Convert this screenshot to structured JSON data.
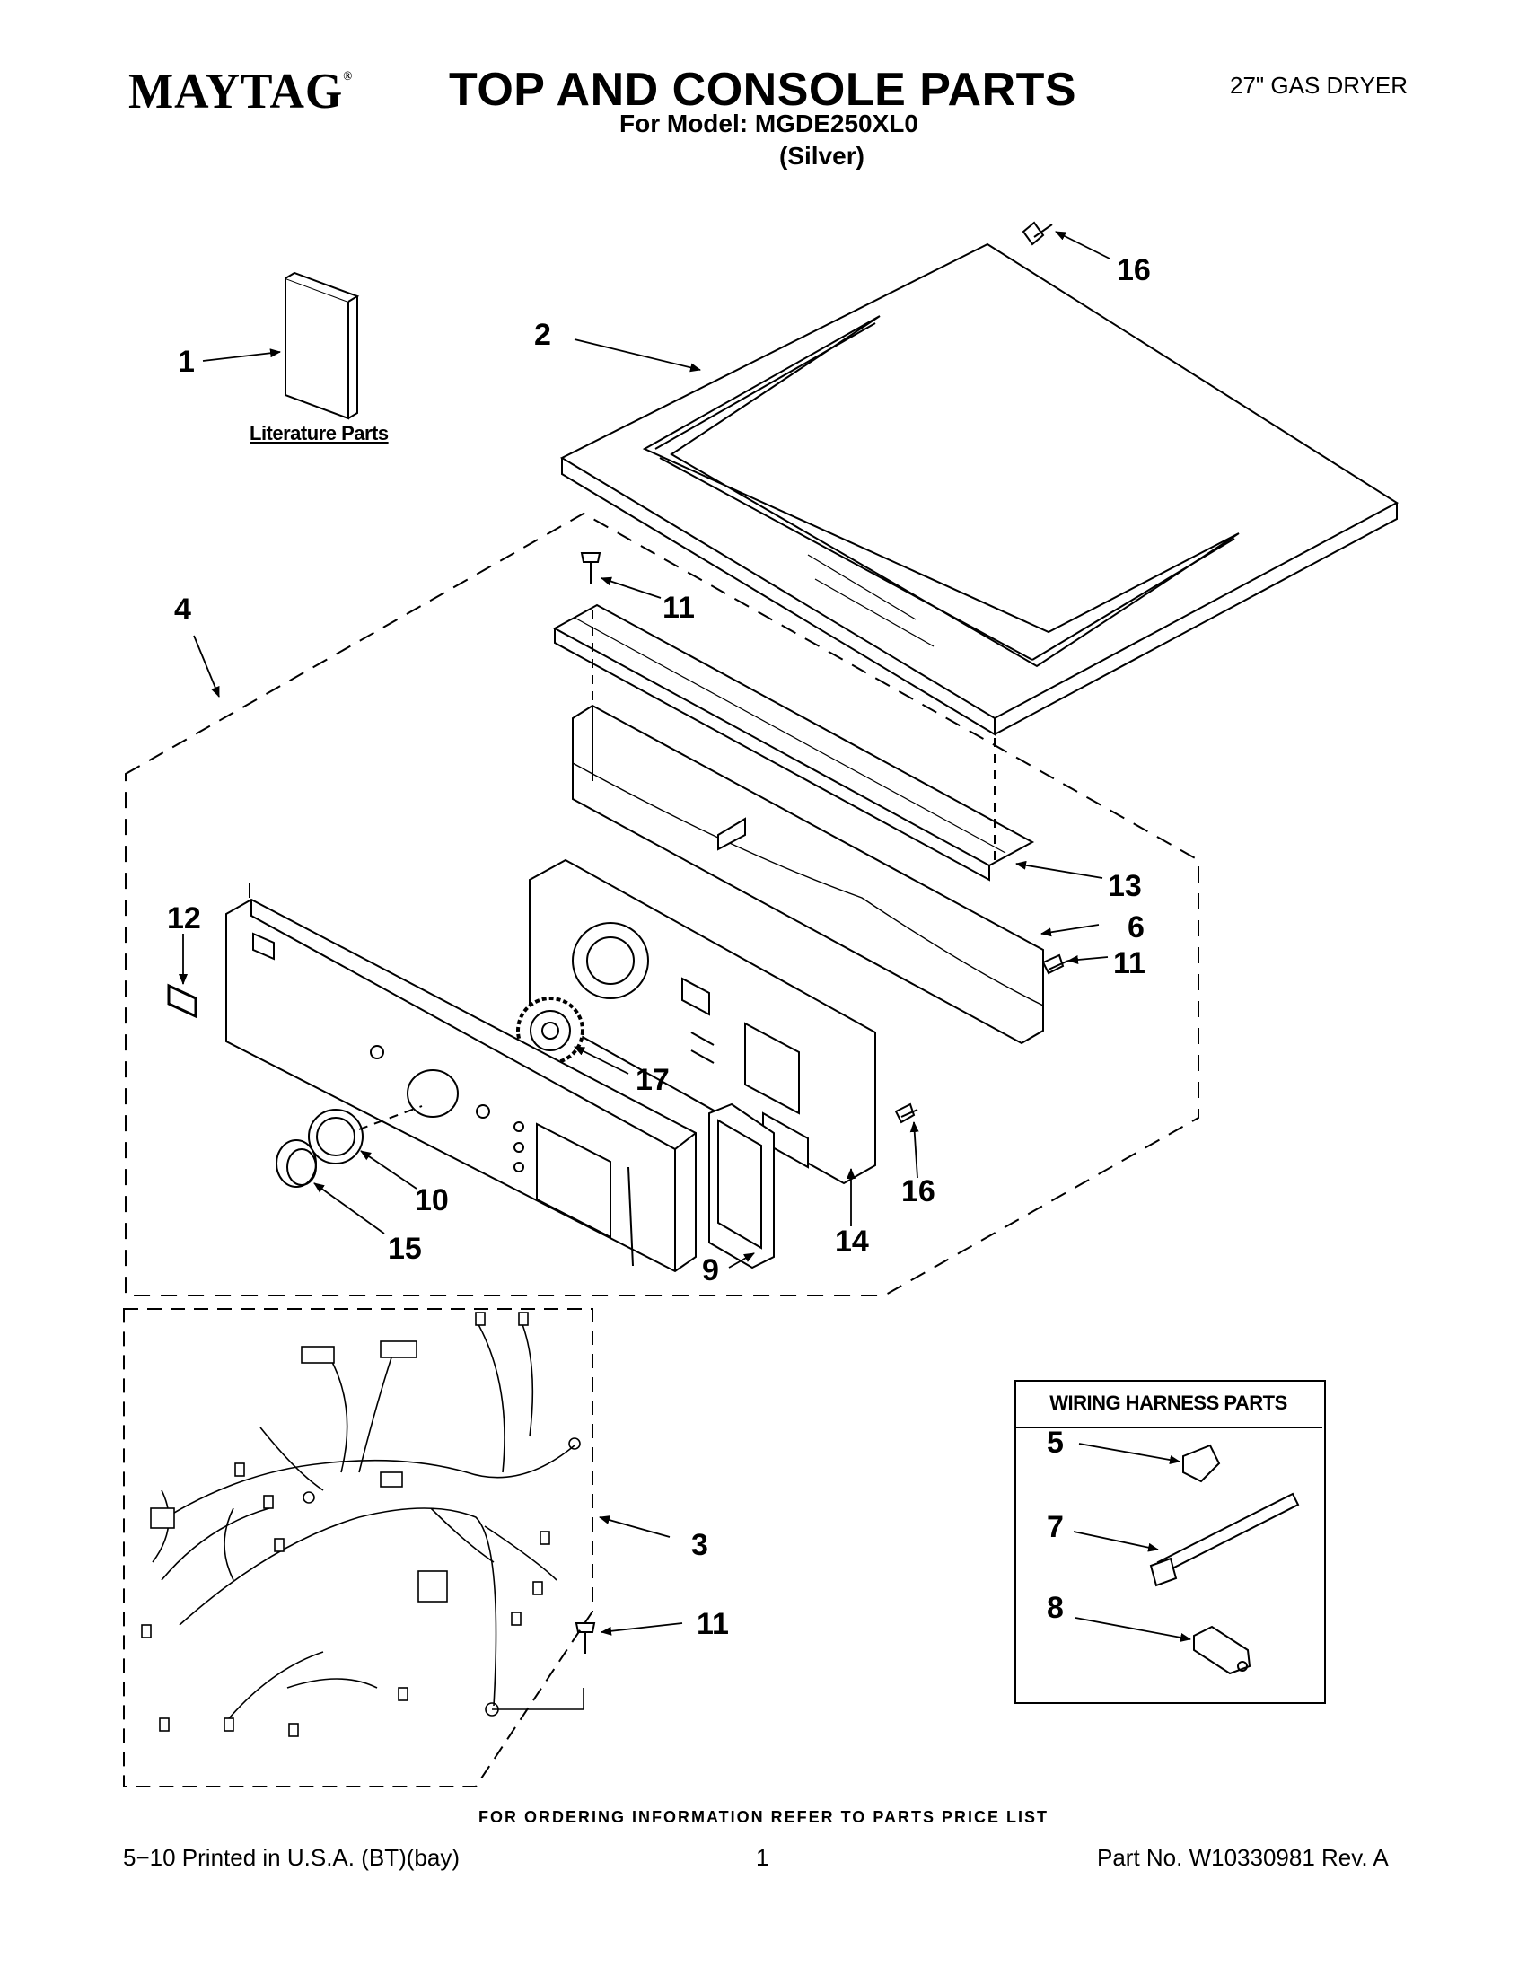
{
  "header": {
    "brand": "MAYTAG",
    "brand_mark": "®",
    "title": "TOP AND CONSOLE PARTS",
    "model_line": "For Model: MGDE250XL0",
    "color_line": "(Silver)",
    "product_type": "27\" GAS DRYER"
  },
  "literature_label": "Literature Parts",
  "callouts": {
    "c1": "1",
    "c2": "2",
    "c3": "3",
    "c4": "4",
    "c6": "6",
    "c9": "9",
    "c10": "10",
    "c11a": "11",
    "c11b": "11",
    "c11c": "11",
    "c12": "12",
    "c13": "13",
    "c14": "14",
    "c15": "15",
    "c16a": "16",
    "c16b": "16",
    "c17": "17",
    "c5": "5",
    "c7": "7",
    "c8": "8"
  },
  "harness_box": {
    "title": "WIRING HARNESS PARTS"
  },
  "footer": {
    "order_info": "FOR ORDERING INFORMATION REFER TO PARTS PRICE LIST",
    "left": "5−10 Printed in U.S.A. (BT)(bay)",
    "page": "1",
    "right": "Part No. W10330981 Rev. A"
  }
}
